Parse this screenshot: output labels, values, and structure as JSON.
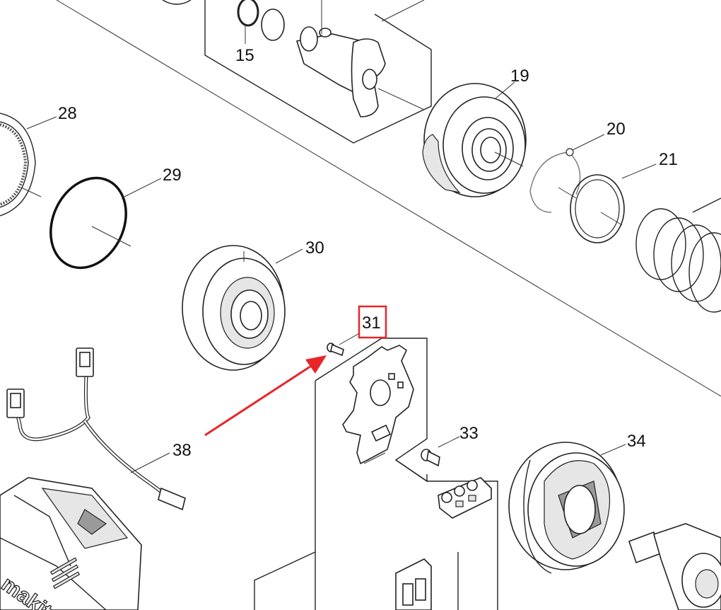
{
  "labels": {
    "p15": "15",
    "p19": "19",
    "p20": "20",
    "p21": "21",
    "p28": "28",
    "p29": "29",
    "p30": "30",
    "p31": "31",
    "p33": "33",
    "p34": "34",
    "p38": "38"
  },
  "highlight": {
    "part": "31",
    "color": "#e8262a"
  },
  "arrow_color": "#e8262a",
  "brand_text": "makita"
}
